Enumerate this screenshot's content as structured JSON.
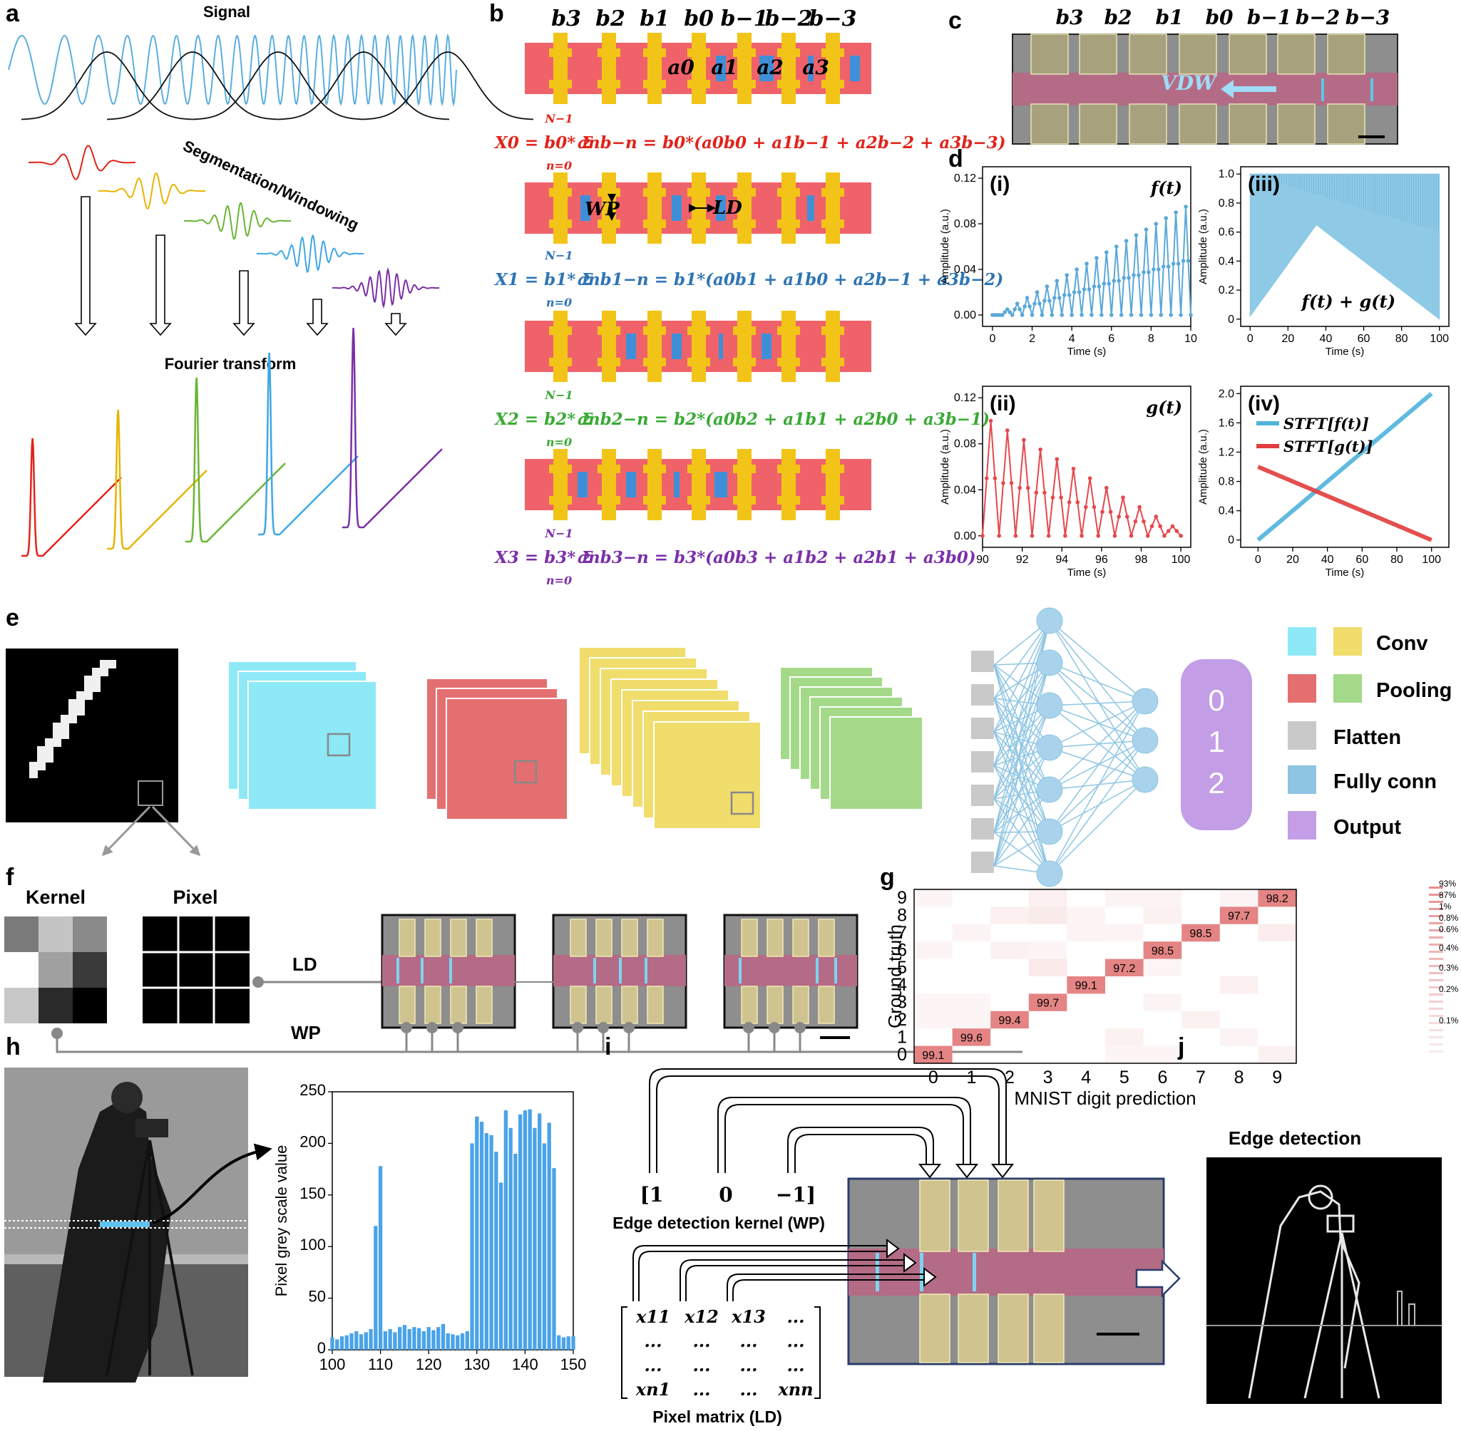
{
  "panel_letters": {
    "a": "a",
    "b": "b",
    "c": "c",
    "d": "d",
    "e": "e",
    "f": "f",
    "g": "g",
    "h": "h",
    "i": "i",
    "j": "j"
  },
  "panel_a": {
    "signal_title": "Signal",
    "segmentation_label": "Segmentation/Windowing",
    "fourier_label": "Fourier transform"
  },
  "bit_labels": [
    "b3",
    "b2",
    "b1",
    "b0",
    "b−1",
    "b−2",
    "b−3"
  ],
  "panel_b": {
    "a_labels": [
      "a0",
      "a1",
      "a2",
      "a3"
    ],
    "wp_label": "WP",
    "ld_label": "LD",
    "equations": [
      {
        "lhs": "X0 = b0* Σ",
        "sum_top": "N−1",
        "sum_bottom": "n=0",
        "rhs": "anb−n = b0*(a0b0 + a1b−1 + a2b−2 + a3b−3)",
        "color": "#e2231a"
      },
      {
        "lhs": "X1 = b1* Σ",
        "sum_top": "N−1",
        "sum_bottom": "n=0",
        "rhs": "anb1−n = b1*(a0b1 + a1b0 + a2b−1 + a3b−2)",
        "color": "#2e74b5"
      },
      {
        "lhs": "X2 = b2* Σ",
        "sum_top": "N−1",
        "sum_bottom": "n=0",
        "rhs": "anb2−n = b2*(a0b2 + a1b1 + a2b0 + a3b−1)",
        "color": "#3aaa35"
      },
      {
        "lhs": "X3 = b3* Σ",
        "sum_top": "N−1",
        "sum_bottom": "n=0",
        "rhs": "anb3−n = b3*(a0b3 + a1b2 + a2b1 + a3b0)",
        "color": "#7b2fa8"
      }
    ]
  },
  "panel_c": {
    "vdw_label": "VDW"
  },
  "chart_data": [
    {
      "id": "d-i",
      "type": "line",
      "panel_label": "(i)",
      "function_label": "f(t)",
      "xlabel": "Time (s)",
      "ylabel": "Amplitude (a.u.)",
      "xlim": [
        -0.5,
        10
      ],
      "ylim": [
        -0.01,
        0.13
      ],
      "xticks": [
        0,
        2,
        4,
        6,
        8,
        10
      ],
      "yticks": [
        0.0,
        0.04,
        0.08,
        0.12
      ],
      "ytick_labels": [
        "0.00",
        "0.04",
        "0.08",
        "0.12"
      ],
      "cycles": 20,
      "x_start": 0,
      "x_end": 10,
      "envelope_start": 0.0,
      "envelope_end": 0.1,
      "color": "#5aa8d8"
    },
    {
      "id": "d-ii",
      "type": "line",
      "panel_label": "(ii)",
      "function_label": "g(t)",
      "xlabel": "Time (s)",
      "ylabel": "Amplitude (a.u.)",
      "xlim": [
        90,
        100.5
      ],
      "ylim": [
        -0.01,
        0.13
      ],
      "xticks": [
        90,
        92,
        94,
        96,
        98,
        100
      ],
      "yticks": [
        0.0,
        0.04,
        0.08,
        0.12
      ],
      "ytick_labels": [
        "0.00",
        "0.04",
        "0.08",
        "0.12"
      ],
      "cycles": 12,
      "x_start": 90,
      "x_end": 100,
      "envelope_start": 0.1,
      "envelope_end": 0.0,
      "color": "#e5484d"
    },
    {
      "id": "d-iii",
      "type": "area",
      "panel_label": "(iii)",
      "function_label": "f(t) + g(t)",
      "xlabel": "Time (s)",
      "ylabel": "Amplitude (a.u.)",
      "xlim": [
        -5,
        105
      ],
      "ylim": [
        -0.05,
        1.05
      ],
      "xticks": [
        0,
        20,
        40,
        60,
        80,
        100
      ],
      "yticks": [
        0,
        0.2,
        0.4,
        0.6,
        0.8,
        1.0
      ],
      "ytick_labels": [
        "0",
        "0.2",
        "0.4",
        "0.6",
        "0.8",
        "1.0"
      ],
      "color": "#8ec9e6"
    },
    {
      "id": "d-iv",
      "type": "line",
      "panel_label": "(iv)",
      "xlabel": "Time (s)",
      "ylabel": "Amplitude (a.u.)",
      "xlim": [
        -10,
        110
      ],
      "ylim": [
        -0.1,
        2.1
      ],
      "xticks": [
        0,
        20,
        40,
        60,
        80,
        100
      ],
      "yticks": [
        0,
        0.4,
        0.8,
        1.2,
        1.6,
        2.0
      ],
      "ytick_labels": [
        "0",
        "0.4",
        "0.8",
        "1.2",
        "1.6",
        "2.0"
      ],
      "series": [
        {
          "name": "STFT[f(t)]",
          "x": [
            0,
            100
          ],
          "y": [
            0,
            2.0
          ],
          "color": "#4fb3dc"
        },
        {
          "name": "STFT[g(t)]",
          "x": [
            0,
            100
          ],
          "y": [
            1.0,
            0.0
          ],
          "color": "#e23c3c"
        }
      ]
    },
    {
      "id": "g",
      "type": "heatmap",
      "xlabel": "MNIST digit prediction",
      "ylabel": "Ground truth",
      "categories": [
        "0",
        "1",
        "2",
        "3",
        "4",
        "5",
        "6",
        "7",
        "8",
        "9"
      ],
      "diagonal": [
        99.1,
        99.6,
        99.4,
        99.7,
        99.1,
        97.2,
        98.5,
        98.5,
        97.7,
        98.2
      ],
      "colorbar_labels": [
        "93%",
        "87%",
        "1%",
        "0.8%",
        "0.6%",
        "0.4%",
        "0.3%",
        "0.2%",
        "0.1%"
      ]
    },
    {
      "id": "h",
      "type": "bar",
      "xlabel": "",
      "ylabel": "Pixel grey scale value",
      "xlim": [
        100,
        150
      ],
      "ylim": [
        0,
        250
      ],
      "xticks": [
        100,
        110,
        120,
        130,
        140,
        150
      ],
      "yticks": [
        0,
        50,
        100,
        150,
        200,
        250
      ],
      "x": [
        100,
        101,
        102,
        103,
        104,
        105,
        106,
        107,
        108,
        109,
        110,
        111,
        112,
        113,
        114,
        115,
        116,
        117,
        118,
        119,
        120,
        121,
        122,
        123,
        124,
        125,
        126,
        127,
        128,
        129,
        130,
        131,
        132,
        133,
        134,
        135,
        136,
        137,
        138,
        139,
        140,
        141,
        142,
        143,
        144,
        145,
        146,
        147,
        148,
        149,
        150
      ],
      "values": [
        12,
        10,
        13,
        14,
        16,
        18,
        15,
        17,
        20,
        120,
        178,
        18,
        20,
        17,
        22,
        24,
        20,
        22,
        21,
        18,
        22,
        19,
        22,
        25,
        16,
        15,
        14,
        16,
        18,
        200,
        226,
        221,
        210,
        208,
        192,
        162,
        232,
        215,
        190,
        228,
        232,
        233,
        215,
        229,
        200,
        220,
        176,
        14,
        12,
        13,
        13
      ],
      "color": "#4aa3e8"
    }
  ],
  "panel_e": {
    "legend": [
      {
        "label": "Conv",
        "colors": [
          "#8ee9f7",
          "#f0dd6c"
        ]
      },
      {
        "label": "Pooling",
        "colors": [
          "#e46f70",
          "#a4d98a"
        ]
      },
      {
        "label": "Flatten",
        "colors": [
          "#c9c9c9"
        ]
      },
      {
        "label": "Fully conn",
        "colors": [
          "#8ec5e3"
        ]
      },
      {
        "label": "Output",
        "colors": [
          "#c39ee6"
        ]
      }
    ],
    "output_digits": [
      "0",
      "1",
      "2",
      "…"
    ]
  },
  "panel_f": {
    "kernel_label": "Kernel",
    "pixel_label": "Pixel",
    "ld_label": "LD",
    "wp_label": "WP"
  },
  "panel_i": {
    "kernel_vector": [
      "[1",
      "0",
      "−1]"
    ],
    "kernel_caption": "Edge detection kernel (WP)",
    "pixel_matrix": [
      [
        "x11",
        "x12",
        "x13",
        "..."
      ],
      [
        "...",
        "...",
        "...",
        "..."
      ],
      [
        "...",
        "...",
        "...",
        "..."
      ],
      [
        "xn1",
        "...",
        "...",
        "xnn"
      ]
    ],
    "pixel_caption": "Pixel matrix (LD)"
  },
  "panel_j": {
    "title": "Edge detection"
  }
}
